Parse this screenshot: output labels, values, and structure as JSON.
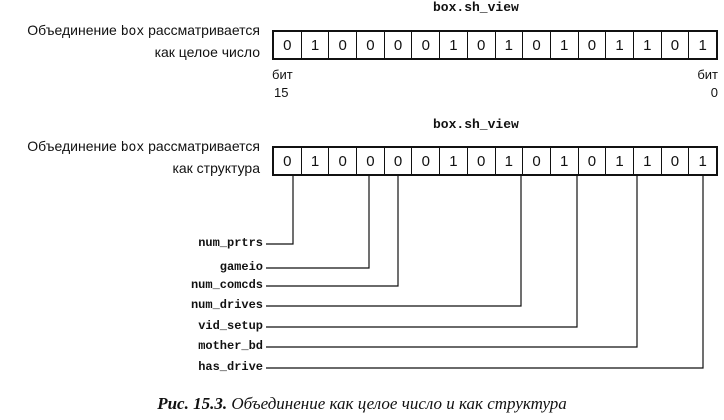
{
  "top": {
    "header": "box.sh_view",
    "desc_line1_prefix": "Объединение ",
    "desc_line1_mono": "box",
    "desc_line1_suffix": " рассматривается",
    "desc_line2": "как целое число",
    "bits": [
      "0",
      "1",
      "0",
      "0",
      "0",
      "0",
      "1",
      "0",
      "1",
      "0",
      "1",
      "0",
      "1",
      "1",
      "0",
      "1"
    ],
    "left_label_line1": "бит",
    "left_label_line2": "15",
    "right_label_line1": "бит",
    "right_label_line2": "0"
  },
  "bottom": {
    "header": "box.sh_view",
    "desc_line1_prefix": "Объединение ",
    "desc_line1_mono": "box",
    "desc_line1_suffix": " рассматривается",
    "desc_line2": "как структура",
    "bits": [
      "0",
      "1",
      "0",
      "0",
      "0",
      "0",
      "1",
      "0",
      "1",
      "0",
      "1",
      "0",
      "1",
      "1",
      "0",
      "1"
    ]
  },
  "fields": [
    {
      "name": "num_prtrs"
    },
    {
      "name": "gameio"
    },
    {
      "name": "num_comcds"
    },
    {
      "name": "num_drives"
    },
    {
      "name": "vid_setup"
    },
    {
      "name": "mother_bd"
    },
    {
      "name": "has_drive"
    }
  ],
  "caption": {
    "label": "Рис. 15.3.",
    "text": " Объединение как целое число и как структура"
  }
}
